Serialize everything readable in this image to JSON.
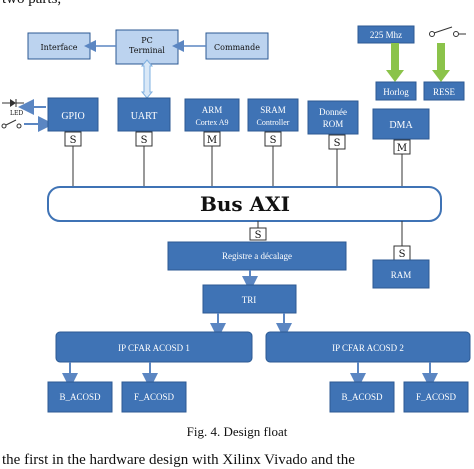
{
  "top_text": "two parts,",
  "caption": "Fig. 4. Design float",
  "bottom_text": "the first in the hardware design with Xilinx Vivado and the",
  "blocks": {
    "interface": "Interface",
    "pc_terminal": [
      "PC",
      "Terminal"
    ],
    "commande": "Commande",
    "clock": "225 Mhz",
    "horlog": "Horlog",
    "reset": "RESE",
    "gpio": "GPIO",
    "uart": "UART",
    "arm": [
      "ARM",
      "Cortex A9"
    ],
    "sram": [
      "SRAM",
      "Controller"
    ],
    "rom": [
      "Donnée",
      "ROM"
    ],
    "dma": "DMA",
    "bus": "Bus AXI",
    "registre": "Registre a décalage",
    "ram": "RAM",
    "tri": "TRI",
    "ip1": "IP CFAR ACOSD 1",
    "ip2": "IP CFAR ACOSD 2",
    "b_acosd_1": "B_ACOSD",
    "f_acosd_1": "F_ACOSD",
    "b_acosd_2": "B_ACOSD",
    "f_acosd_2": "F_ACOSD"
  },
  "ports": {
    "gpio": "S",
    "uart": "S",
    "arm": "M",
    "sram": "S",
    "rom": "S",
    "dma": "M",
    "registre": "S",
    "ram": "S"
  },
  "led_label": "LED",
  "colors": {
    "block_blue": "#3f73b5",
    "block_light": "#bcd3ef",
    "block_stroke": "#2c5a93",
    "arrow_green": "#8bc34a",
    "arrow_outline": "#7fb0e0"
  }
}
